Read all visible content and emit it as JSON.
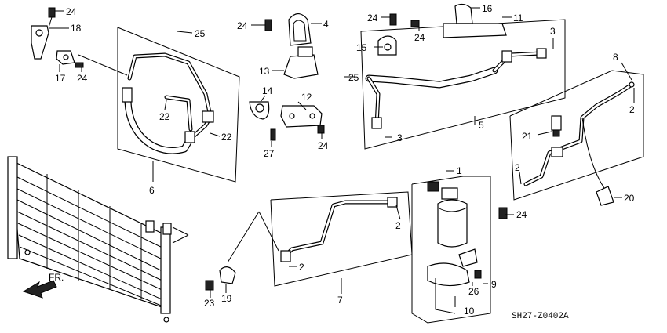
{
  "diagram_code": "SH27-Z0402A",
  "direction_label": "FR.",
  "callouts": [
    "24",
    "18",
    "17",
    "24",
    "25",
    "24",
    "4",
    "13",
    "14",
    "12",
    "25",
    "22",
    "22",
    "27",
    "24",
    "6",
    "24",
    "16",
    "11",
    "24",
    "15",
    "3",
    "3",
    "5",
    "8",
    "2",
    "21",
    "2",
    "20",
    "1",
    "24",
    "2",
    "2",
    "9",
    "26",
    "10",
    "7",
    "23",
    "19"
  ]
}
